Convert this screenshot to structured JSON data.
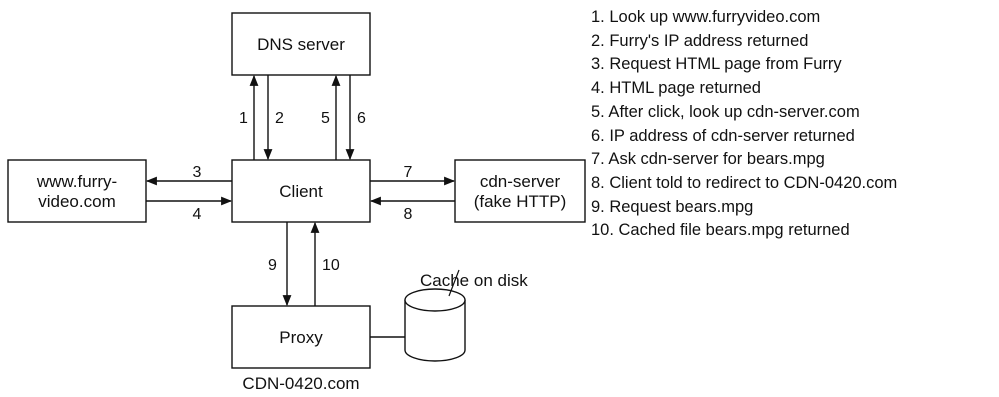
{
  "nodes": {
    "dns": "DNS server",
    "client": "Client",
    "furry_line1": "www.furry-",
    "furry_line2": "video.com",
    "cdn_line1": "cdn-server",
    "cdn_line2": "(fake HTTP)",
    "proxy": "Proxy",
    "proxy_caption": "CDN-0420.com",
    "cache": "Cache on disk"
  },
  "arrow_labels": [
    "1",
    "2",
    "3",
    "4",
    "5",
    "6",
    "7",
    "8",
    "9",
    "10"
  ],
  "steps": [
    "1. Look up www.furryvideo.com",
    "2. Furry's IP address returned",
    "3. Request HTML page from Furry",
    "4. HTML page returned",
    "5. After click, look up cdn-server.com",
    "6. IP address of cdn-server returned",
    "7. Ask cdn-server for bears.mpg",
    "8. Client told to redirect to CDN-0420.com",
    "9. Request bears.mpg",
    "10. Cached file bears.mpg returned"
  ]
}
